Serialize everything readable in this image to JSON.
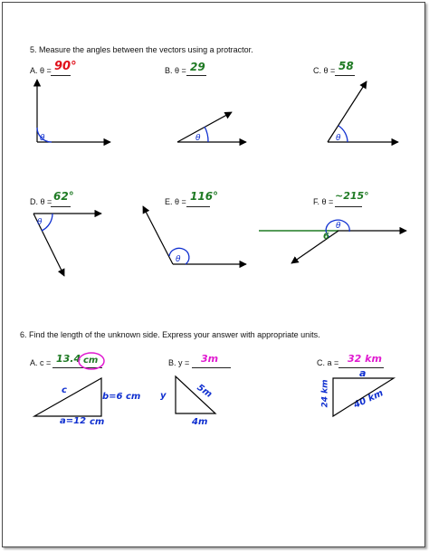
{
  "q5": {
    "prompt": "5.  Measure the angles between the vectors using a protractor.",
    "theta_symbol": "θ",
    "items": [
      {
        "label": "A. θ =",
        "answer": "90°",
        "color": "#e0101a"
      },
      {
        "label": "B. θ =",
        "answer": "29",
        "color": "#1f7a24"
      },
      {
        "label": "C. θ =",
        "answer": "58",
        "color": "#1f7a24"
      },
      {
        "label": "D. θ =",
        "answer": "62°",
        "color": "#1f7a24"
      },
      {
        "label": "E. θ =",
        "answer": "116°",
        "color": "#1f7a24"
      },
      {
        "label": "F. θ =",
        "answer": "~215°",
        "color": "#1f7a24"
      }
    ],
    "f_extra_mark": "6"
  },
  "q6": {
    "prompt": "6.  Find the length of the unknown side.  Express your answer with appropriate units.",
    "items": [
      {
        "label": "A. c =",
        "answer": "13.4",
        "unit_circled": "cm",
        "side_labels": {
          "hyp": "c",
          "vert": "b=6 cm",
          "base_num": "a=12",
          "base_unit": "cm"
        }
      },
      {
        "label": "B. y =",
        "answer": "3m",
        "side_labels": {
          "left": "y",
          "hyp": "5m",
          "base": "4m"
        }
      },
      {
        "label": "C. a =",
        "answer": "32 km",
        "side_labels": {
          "top": "a",
          "vert": "24 km",
          "hyp": "40 km"
        }
      }
    ]
  },
  "colors": {
    "answer_green": "#1f7a24",
    "answer_red": "#e0101a",
    "answer_magenta": "#e01ad0",
    "theta_blue": "#1030d0",
    "vector_black": "#000000",
    "line_green": "#1f7a24"
  }
}
